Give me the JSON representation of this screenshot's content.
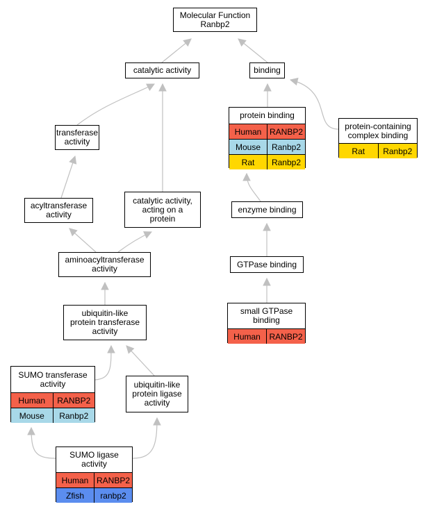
{
  "colors": {
    "edge": "#c0c0c0",
    "Human": "#f4614a",
    "Mouse": "#a8d8e8",
    "Rat": "#ffd700",
    "Zfish": "#5b8def"
  },
  "nodes": [
    {
      "id": "mf",
      "label": "Molecular Function\nRanbp2",
      "rows": []
    },
    {
      "id": "catalytic",
      "label": "catalytic activity",
      "rows": []
    },
    {
      "id": "binding",
      "label": "binding",
      "rows": []
    },
    {
      "id": "transferase",
      "label": "transferase\nactivity",
      "rows": []
    },
    {
      "id": "protein_binding",
      "label": "protein binding",
      "rows": [
        {
          "species": "Human",
          "gene": "RANBP2"
        },
        {
          "species": "Mouse",
          "gene": "Ranbp2"
        },
        {
          "species": "Rat",
          "gene": "Ranbp2"
        }
      ]
    },
    {
      "id": "complex_binding",
      "label": "protein-containing\ncomplex binding",
      "rows": [
        {
          "species": "Rat",
          "gene": "Ranbp2"
        }
      ]
    },
    {
      "id": "acyltransferase",
      "label": "acyltransferase\nactivity",
      "rows": []
    },
    {
      "id": "cat_protein",
      "label": "catalytic activity,\nacting on a\nprotein",
      "rows": []
    },
    {
      "id": "enzyme_binding",
      "label": "enzyme binding",
      "rows": []
    },
    {
      "id": "aminoacyl",
      "label": "aminoacyltransferase\nactivity",
      "rows": []
    },
    {
      "id": "gtpase_binding",
      "label": "GTPase binding",
      "rows": []
    },
    {
      "id": "small_gtpase",
      "label": "small GTPase\nbinding",
      "rows": [
        {
          "species": "Human",
          "gene": "RANBP2"
        }
      ]
    },
    {
      "id": "ubl_transferase",
      "label": "ubiquitin-like\nprotein transferase\nactivity",
      "rows": []
    },
    {
      "id": "sumo_transferase",
      "label": "SUMO transferase\nactivity",
      "rows": [
        {
          "species": "Human",
          "gene": "RANBP2"
        },
        {
          "species": "Mouse",
          "gene": "Ranbp2"
        }
      ]
    },
    {
      "id": "ubl_ligase",
      "label": "ubiquitin-like\nprotein ligase\nactivity",
      "rows": []
    },
    {
      "id": "sumo_ligase",
      "label": "SUMO ligase\nactivity",
      "rows": [
        {
          "species": "Human",
          "gene": "RANBP2"
        },
        {
          "species": "Zfish",
          "gene": "ranbp2"
        }
      ]
    }
  ],
  "edges": [
    {
      "from": "catalytic",
      "to": "mf"
    },
    {
      "from": "binding",
      "to": "mf"
    },
    {
      "from": "transferase",
      "to": "catalytic"
    },
    {
      "from": "cat_protein",
      "to": "catalytic"
    },
    {
      "from": "protein_binding",
      "to": "binding"
    },
    {
      "from": "complex_binding",
      "to": "binding"
    },
    {
      "from": "acyltransferase",
      "to": "transferase"
    },
    {
      "from": "aminoacyl",
      "to": "acyltransferase"
    },
    {
      "from": "aminoacyl",
      "to": "cat_protein"
    },
    {
      "from": "enzyme_binding",
      "to": "protein_binding"
    },
    {
      "from": "gtpase_binding",
      "to": "enzyme_binding"
    },
    {
      "from": "small_gtpase",
      "to": "gtpase_binding"
    },
    {
      "from": "ubl_transferase",
      "to": "aminoacyl"
    },
    {
      "from": "sumo_transferase",
      "to": "ubl_transferase"
    },
    {
      "from": "ubl_ligase",
      "to": "ubl_transferase"
    },
    {
      "from": "sumo_ligase",
      "to": "sumo_transferase"
    },
    {
      "from": "sumo_ligase",
      "to": "ubl_ligase"
    }
  ]
}
